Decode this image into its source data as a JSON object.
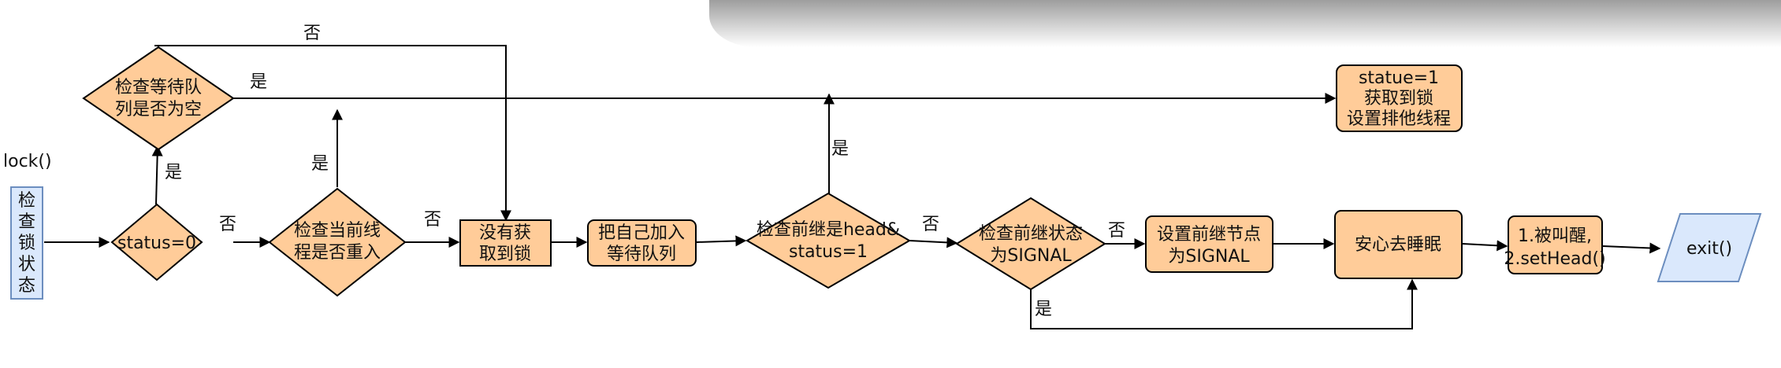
{
  "diagram": {
    "start_label": "lock()",
    "edge_labels": {
      "no": "否",
      "yes": "是"
    },
    "nodes": {
      "check_lock_state": "检查锁状态",
      "status_zero": "status=0",
      "check_queue_empty": [
        "检查等待队",
        "列是否为空"
      ],
      "check_reentrant": [
        "检查当前线",
        "程是否重入"
      ],
      "not_acquired": [
        "没有获",
        "取到锁"
      ],
      "join_queue": [
        "把自己加入",
        "等待队列"
      ],
      "check_prev_head": [
        "检查前继是head&",
        "status=1"
      ],
      "check_prev_signal": [
        "检查前继状态",
        "为SIGNAL"
      ],
      "set_prev_signal": [
        "设置前继节点",
        "为SIGNAL"
      ],
      "sleep": "安心去睡眠",
      "wake": [
        "1.被叫醒,",
        "2.setHead()"
      ],
      "exit": "exit()",
      "acquired": [
        "statue=1",
        "获取到锁",
        "设置排他线程"
      ]
    },
    "colors": {
      "orange_fill": "#ffcc99",
      "blue_fill": "#dae8fc",
      "blue_stroke": "#6c8ebf",
      "line": "#000000"
    }
  }
}
